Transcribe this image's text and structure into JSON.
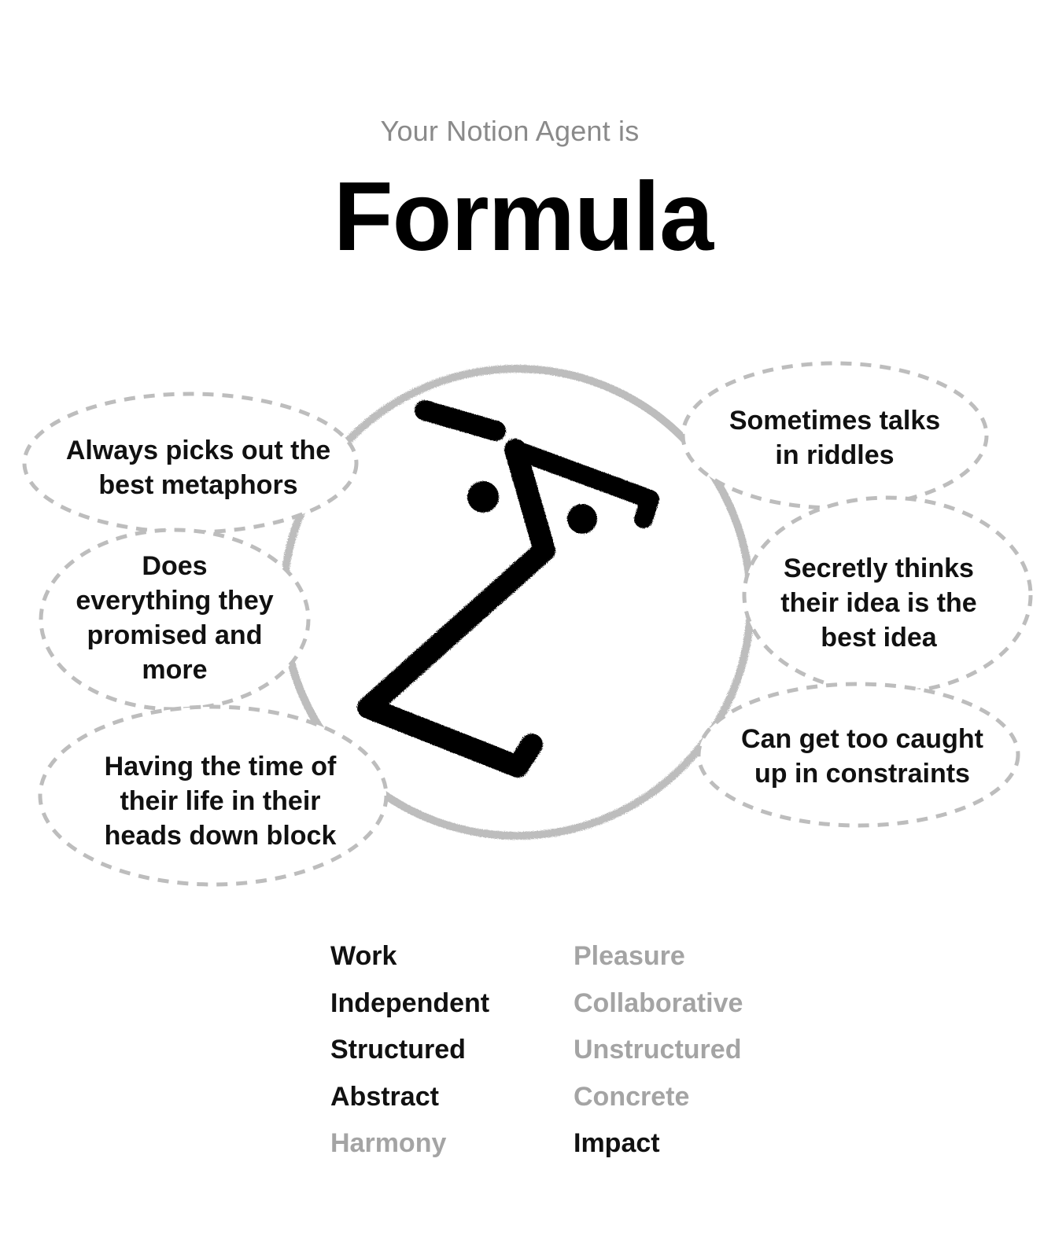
{
  "header": {
    "subtitle": "Your Notion Agent is",
    "title": "Formula"
  },
  "bubbles": [
    {
      "text": "Always picks out the best metaphors"
    },
    {
      "text": "Does everything they promised and more"
    },
    {
      "text": "Having the time of their life in their heads down block"
    },
    {
      "text": "Sometimes talks in riddles"
    },
    {
      "text": "Secretly thinks their idea is the best idea"
    },
    {
      "text": "Can get too caught up in constraints"
    }
  ],
  "traits": [
    {
      "left": "Work",
      "right": "Pleasure",
      "selected": "left"
    },
    {
      "left": "Independent",
      "right": "Collaborative",
      "selected": "left"
    },
    {
      "left": "Structured",
      "right": "Unstructured",
      "selected": "left"
    },
    {
      "left": "Abstract",
      "right": "Concrete",
      "selected": "left"
    },
    {
      "left": "Harmony",
      "right": "Impact",
      "selected": "right"
    }
  ],
  "colors": {
    "selected": "#111111",
    "unselected": "#a4a4a4",
    "subtitle": "#8a8a8a",
    "outline": "#bdbdbd"
  },
  "icons": {
    "character": "sigma-face-icon"
  }
}
